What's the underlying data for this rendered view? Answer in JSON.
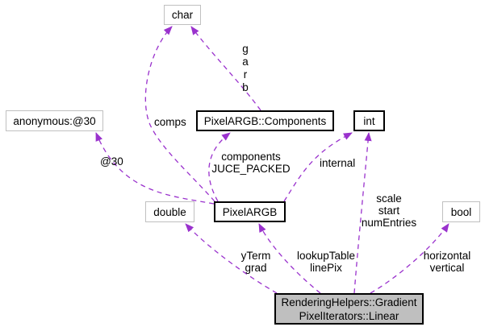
{
  "colors": {
    "edge-color": "#9a32cd",
    "node-border-undocumented": "#c0c0c0",
    "node-border-documented": "#000000",
    "node-fill": "#ffffff",
    "focus-node-fill": "#bfbfbf",
    "text-color": "#000000",
    "background": "#ffffff"
  },
  "nodes": {
    "char": {
      "label": "char"
    },
    "anonymous": {
      "label": "anonymous:@30"
    },
    "components": {
      "label": "PixelARGB::Components"
    },
    "int": {
      "label": "int"
    },
    "double": {
      "label": "double"
    },
    "pixelargb": {
      "label": "PixelARGB"
    },
    "bool": {
      "label": "bool"
    },
    "linear": {
      "label": "RenderingHelpers::Gradient\nPixelIterators::Linear"
    }
  },
  "edge_labels": {
    "garb": "g\na\nr\nb",
    "comps": "comps",
    "at30": "@30",
    "components_packed": "components\nJUCE_PACKED",
    "internal": "internal",
    "scale_start_numentries": "scale\nstart\nnumEntries",
    "lookuptable_linepix": "lookupTable\nlinePix",
    "yterm_grad": "yTerm\ngrad",
    "horizontal_vertical": "horizontal\nvertical"
  }
}
